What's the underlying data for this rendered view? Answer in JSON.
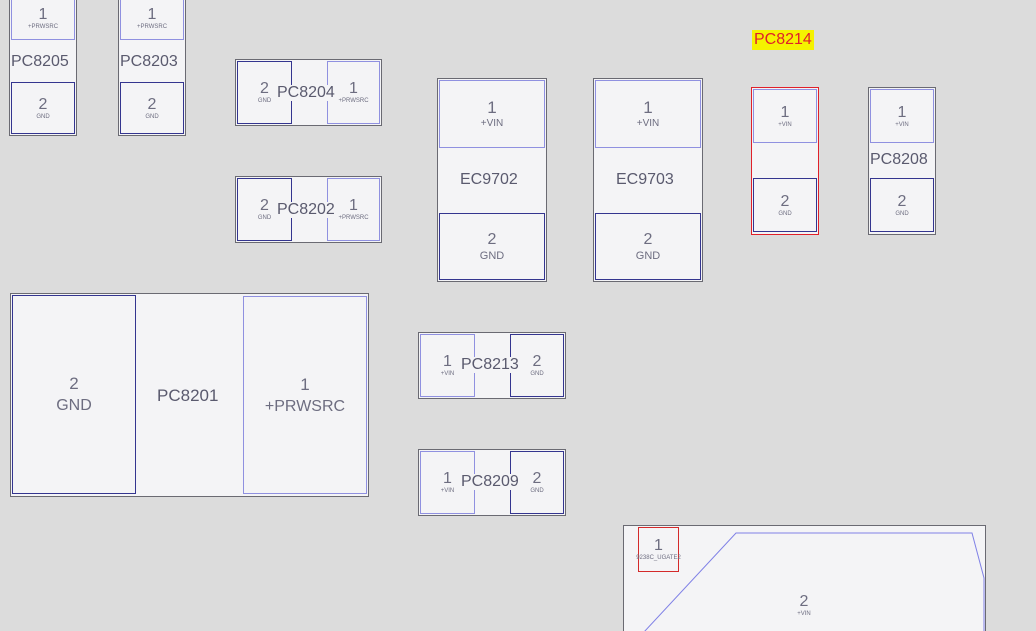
{
  "selected_label": "PC8214",
  "components": {
    "pc8205": {
      "ref": "PC8205",
      "p1": {
        "num": "1",
        "net": "+PRWSRC"
      },
      "p2": {
        "num": "2",
        "net": "GND"
      }
    },
    "pc8203": {
      "ref": "PC8203",
      "p1": {
        "num": "1",
        "net": "+PRWSRC"
      },
      "p2": {
        "num": "2",
        "net": "GND"
      }
    },
    "pc8204": {
      "ref": "PC8204",
      "p1": {
        "num": "1",
        "net": "+PRWSRC"
      },
      "p2": {
        "num": "2",
        "net": "GND"
      }
    },
    "pc8202": {
      "ref": "PC8202",
      "p1": {
        "num": "1",
        "net": "+PRWSRC"
      },
      "p2": {
        "num": "2",
        "net": "GND"
      }
    },
    "ec9702": {
      "ref": "EC9702",
      "p1": {
        "num": "1",
        "net": "+VIN"
      },
      "p2": {
        "num": "2",
        "net": "GND"
      }
    },
    "ec9703": {
      "ref": "EC9703",
      "p1": {
        "num": "1",
        "net": "+VIN"
      },
      "p2": {
        "num": "2",
        "net": "GND"
      }
    },
    "pc8214": {
      "ref": "PC8214",
      "p1": {
        "num": "1",
        "net": "+VIN"
      },
      "p2": {
        "num": "2",
        "net": "GND"
      }
    },
    "pc8208": {
      "ref": "PC8208",
      "p1": {
        "num": "1",
        "net": "+VIN"
      },
      "p2": {
        "num": "2",
        "net": "GND"
      }
    },
    "pc8201": {
      "ref": "PC8201",
      "p1": {
        "num": "1",
        "net": "+PRWSRC"
      },
      "p2": {
        "num": "2",
        "net": "GND"
      }
    },
    "pc8213": {
      "ref": "PC8213",
      "p1": {
        "num": "1",
        "net": "+VIN"
      },
      "p2": {
        "num": "2",
        "net": "GND"
      }
    },
    "pc8209": {
      "ref": "PC8209",
      "p1": {
        "num": "1",
        "net": "+VIN"
      },
      "p2": {
        "num": "2",
        "net": "GND"
      }
    },
    "inductor": {
      "p1": {
        "num": "1",
        "net": "9238C_UGATE2"
      },
      "p2": {
        "num": "2",
        "net": "+VIN"
      }
    }
  },
  "colors": {
    "background": "#dcdcdc",
    "pad_fill": "#f4f4f6",
    "pad_outline": "#34358f",
    "pad_outline_light": "#8f90e0",
    "selection": "#e0202a",
    "selection_label_bg": "#f5f200"
  }
}
